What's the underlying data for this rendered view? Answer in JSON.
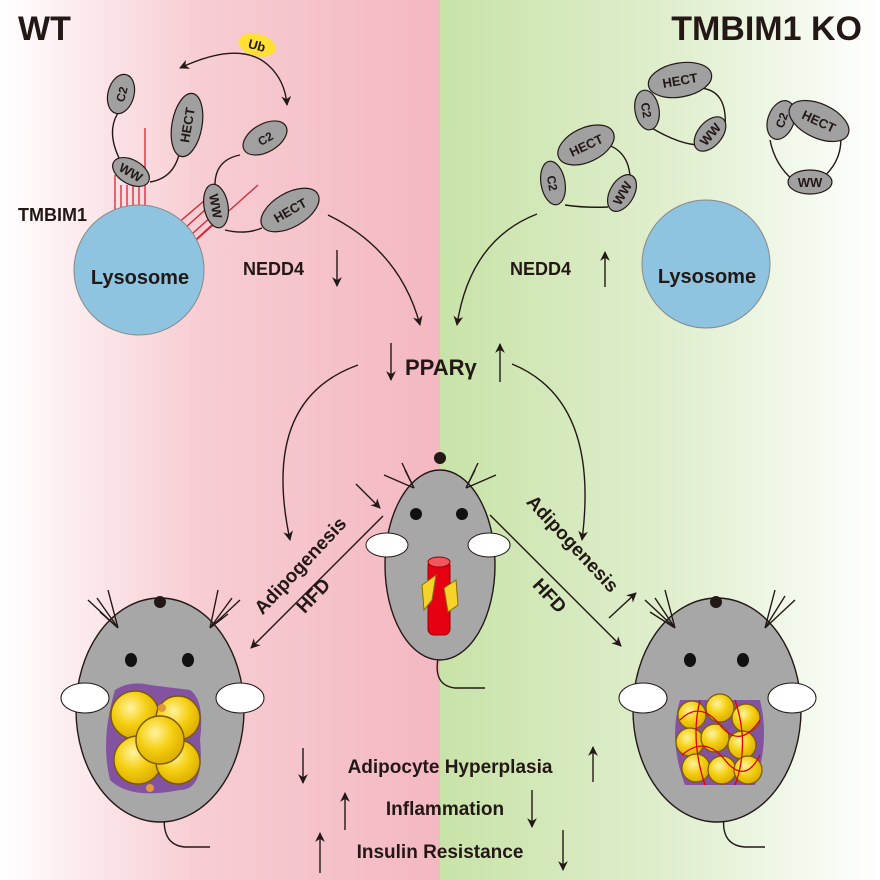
{
  "panels": {
    "left": {
      "title": "WT",
      "bg_color": "#f4bcc4"
    },
    "right": {
      "title": "TMBIM1 KO",
      "bg_color": "#cfe6b4"
    }
  },
  "labels": {
    "ubiquitin": "Ub",
    "tmbim1": "TMBIM1",
    "lysosome_left": "Lysosome",
    "lysosome_right": "Lysosome",
    "nedd4_left": "NEDD4",
    "nedd4_right": "NEDD4",
    "ppar": "PPARγ",
    "adipogenesis_left": "Adipogenesis",
    "hfd_left": "HFD",
    "adipogenesis_right": "Adipogenesis",
    "hfd_right": "HFD"
  },
  "nedd4_domains": {
    "c2": "C2",
    "hect": "HECT",
    "ww": "WW"
  },
  "outcomes": [
    {
      "label": "Adipocyte Hyperplasia",
      "wt": "down",
      "ko": "up"
    },
    {
      "label": "Inflammation",
      "wt": "up",
      "ko": "down"
    },
    {
      "label": "Insulin Resistance",
      "wt": "up",
      "ko": "down"
    }
  ],
  "colors": {
    "lysosome": "#8fc4e0",
    "ubiquitin": "#ffe033",
    "protein_domain": "#a0a0a0",
    "tmbim1": "#d9232e",
    "mouse": "#a7a7a7",
    "adipocyte": "#f5cf11",
    "vessel": "#e50012"
  }
}
